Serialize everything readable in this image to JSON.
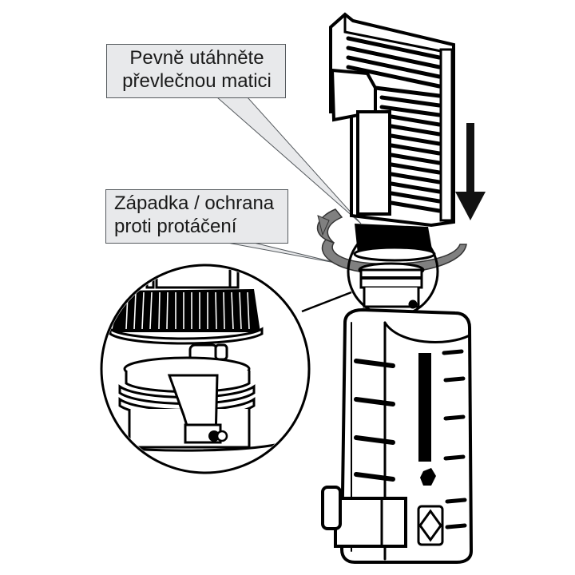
{
  "figure": {
    "subject": "bottle attaching to filter cartridge with union nut and anti-rotation latch",
    "colors": {
      "line": "#000000",
      "callout_fill": "#e8e9eb",
      "callout_border": "#555a5e",
      "rotation_arrow": "#808080",
      "background": "#ffffff"
    }
  },
  "callouts": [
    {
      "id": "tighten-nut",
      "lines": [
        "Pevně utáhněte",
        "převlečnou matici"
      ]
    },
    {
      "id": "latch",
      "lines": [
        "Západka / ochrana",
        "proti protáčení"
      ]
    }
  ],
  "icons": {
    "down_arrow": "arrow-down",
    "rotation_arrow": "rotate-around"
  }
}
